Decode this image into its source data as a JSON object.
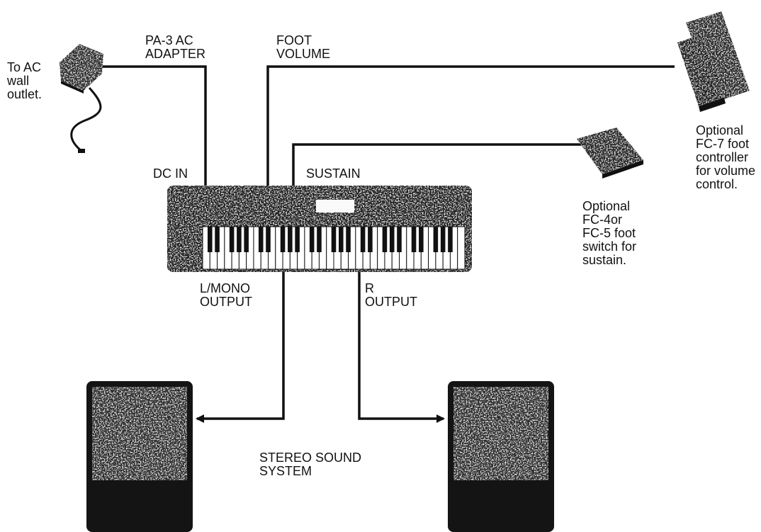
{
  "labels": {
    "pa3_adapter": "PA-3 AC\nADAPTER",
    "ac_outlet": "To AC\nwall\noutlet.",
    "foot_volume": "FOOT\nVOLUME",
    "dc_in": "DC IN",
    "sustain": "SUSTAIN",
    "fc7": "Optional\nFC-7 foot\ncontroller\nfor volume\ncontrol.",
    "fc4": "Optional\nFC-4or\nFC-5 foot\nswitch for\nsustain.",
    "l_mono_output": "L/MONO\nOUTPUT",
    "r_output": "R\nOUTPUT",
    "stereo_system": "STEREO SOUND\nSYSTEM"
  },
  "colors": {
    "line": "#111111",
    "device_dark": "#1c1c1c",
    "speaker_grille": "#2a2a2a"
  }
}
